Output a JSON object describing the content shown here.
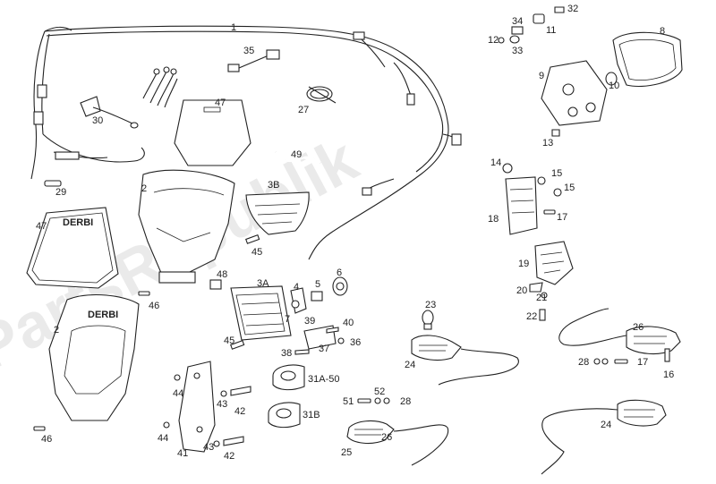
{
  "watermark": "PartsRepublik",
  "logo_text": "DERBI",
  "labels": {
    "n1": "1",
    "n2a": "2",
    "n2b": "2",
    "n3a": "3A",
    "n3b": "3B",
    "n4": "4",
    "n5": "5",
    "n6": "6",
    "n7": "7",
    "n8": "8",
    "n9": "9",
    "n10": "10",
    "n11": "11",
    "n12": "12",
    "n13": "13",
    "n14": "14",
    "n15a": "15",
    "n15b": "15",
    "n16": "16",
    "n17a": "17",
    "n17b": "17",
    "n18": "18",
    "n19": "19",
    "n20": "20",
    "n21": "21",
    "n22": "22",
    "n23": "23",
    "n24a": "24",
    "n24b": "24",
    "n25": "25",
    "n26a": "26",
    "n26b": "26",
    "n27": "27",
    "n28a": "28",
    "n28b": "28",
    "n29": "29",
    "n30": "30",
    "n31a": "31A-50",
    "n31b": "31B",
    "n32": "32",
    "n33": "33",
    "n34": "34",
    "n35": "35",
    "n36": "36",
    "n37": "37",
    "n38": "38",
    "n39": "39",
    "n40": "40",
    "n41": "41",
    "n42a": "42",
    "n42b": "42",
    "n43a": "43",
    "n43b": "43",
    "n44a": "44",
    "n44b": "44",
    "n45a": "45",
    "n45b": "45",
    "n46a": "46",
    "n46b": "46",
    "n47a": "47",
    "n47b": "47",
    "n48": "48",
    "n49": "49",
    "n51": "51",
    "n52": "52"
  }
}
